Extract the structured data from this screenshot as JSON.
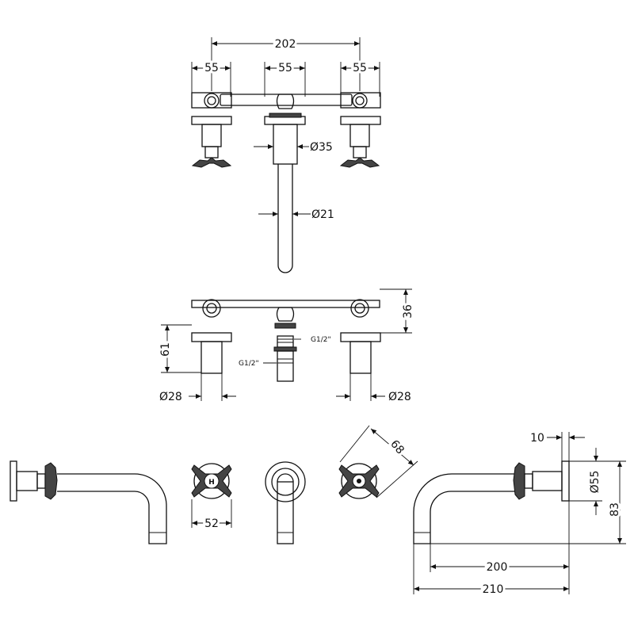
{
  "dimensions": {
    "top_overall_width": "202",
    "top_left_width": "55",
    "top_center_width": "55",
    "top_right_width": "55",
    "body_diameter": "Ø35",
    "spout_diameter": "Ø21",
    "bar_height": "36",
    "stem_height": "61",
    "left_stem_diameter": "Ø28",
    "right_stem_diameter": "Ø28",
    "thread_upper": "G1/2\"",
    "thread_lower": "G1/2\"",
    "handle_width": "52",
    "handle_diagonal": "68",
    "flange_thickness": "10",
    "flange_diameter": "Ø55",
    "overall_height": "83",
    "spout_projection": "200",
    "overall_projection": "210"
  },
  "handle_label": "H",
  "colors": {
    "line": "#111111",
    "fill": "#444444",
    "background": "#ffffff"
  }
}
